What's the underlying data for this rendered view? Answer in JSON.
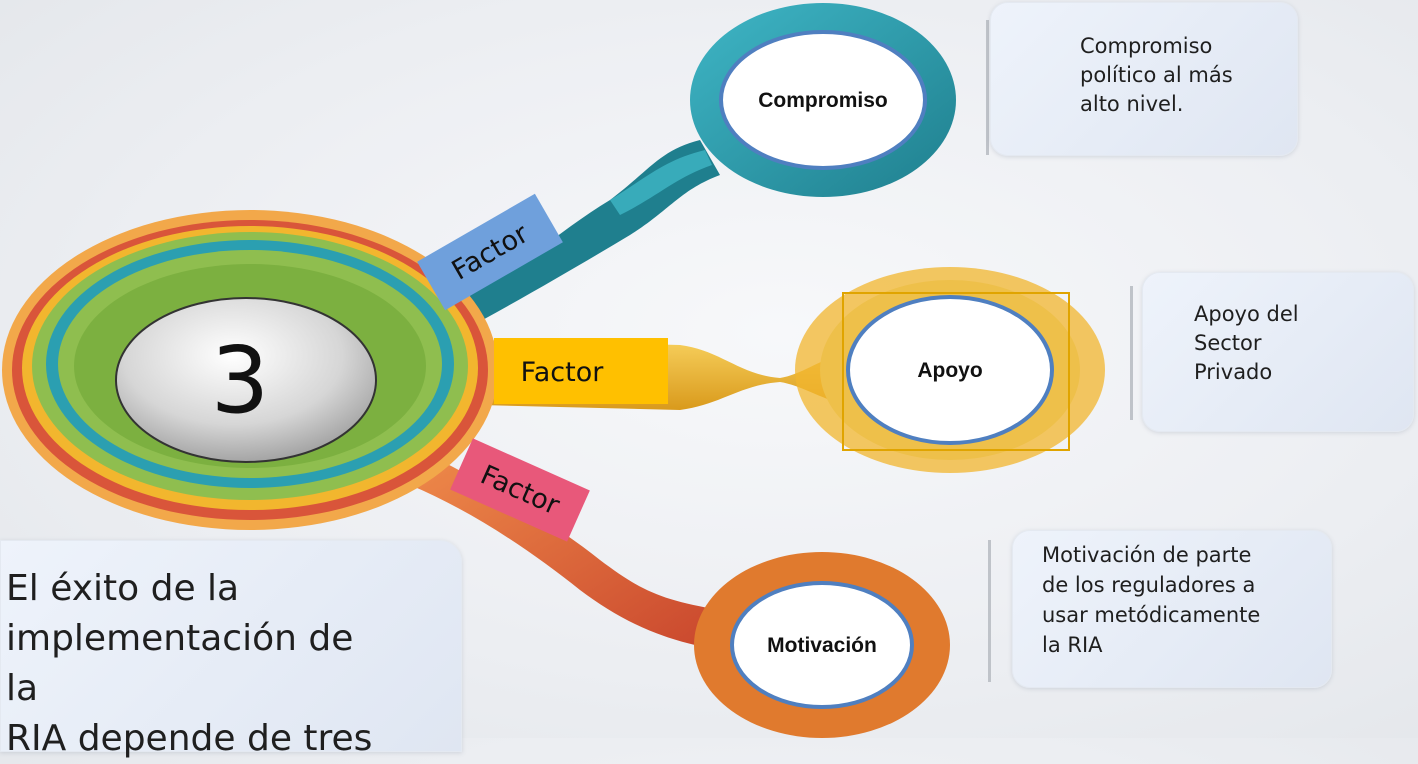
{
  "center": {
    "number": "3"
  },
  "branches": [
    {
      "factor_label": "Factor",
      "node_label": "Compromiso",
      "description_lines": [
        "Compromiso",
        "político al más",
        "alto nivel."
      ]
    },
    {
      "factor_label": "Factor",
      "node_label": "Apoyo",
      "description_lines": [
        "Apoyo del",
        "Sector",
        "Privado"
      ]
    },
    {
      "factor_label": "Factor",
      "node_label": "Motivación",
      "description_lines": [
        "Motivación de parte",
        "de los reguladores a",
        "usar metódicamente",
        "la RIA"
      ]
    }
  ],
  "intro": {
    "lines": [
      "El éxito de la",
      "implementación de la",
      "RIA depende de tres"
    ]
  },
  "colors": {
    "teal": "#2b9fb1",
    "yellow": "#f2b62e",
    "orange": "#e07a2e",
    "red": "#d9553a",
    "green": "#8fbe4f",
    "blue_tag": "#6fa0dc",
    "yellow_tag": "#ffc000",
    "pink_tag": "#e8587a",
    "node_border": "#4f7fc0"
  }
}
